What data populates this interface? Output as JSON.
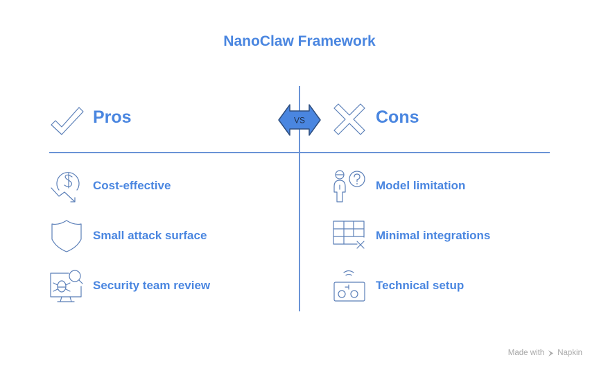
{
  "title": "NanoClaw Framework",
  "vs_label": "VS",
  "pros": {
    "heading": "Pros",
    "items": [
      {
        "label": "Cost-effective",
        "icon": "dollar-down-icon"
      },
      {
        "label": "Small attack surface",
        "icon": "shield-icon"
      },
      {
        "label": "Security team review",
        "icon": "bug-search-icon"
      }
    ]
  },
  "cons": {
    "heading": "Cons",
    "items": [
      {
        "label": "Model limitation",
        "icon": "person-question-icon"
      },
      {
        "label": "Minimal integrations",
        "icon": "table-x-icon"
      },
      {
        "label": "Technical setup",
        "icon": "radio-device-icon"
      }
    ]
  },
  "footer": {
    "made_with": "Made with",
    "brand": "Napkin"
  },
  "colors": {
    "accent": "#4a86e0",
    "line": "#6a93d6",
    "vs_fill": "#4a86e0",
    "footer_text": "#a9a9a9"
  }
}
